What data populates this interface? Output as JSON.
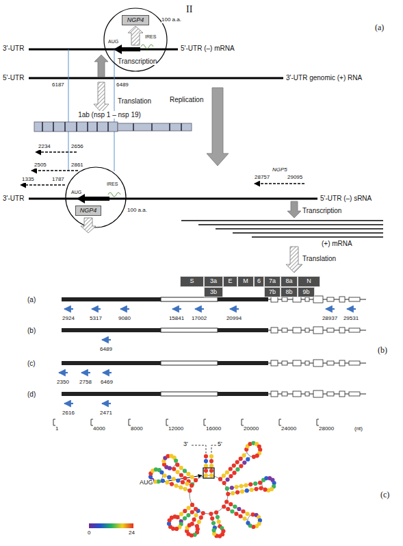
{
  "diagram": {
    "nodes": [
      {
        "text": [
          "NGP4"
        ]
      },
      {
        "text": [
          "1ab (nsp 1 – nsp 19)"
        ]
      },
      {
        "text": [
          "NGP4"
        ]
      },
      {
        "text": [
          "S"
        ]
      },
      {
        "text": [
          "3a"
        ]
      },
      {
        "text": [
          "3b"
        ]
      },
      {
        "text": [
          "E"
        ]
      },
      {
        "text": [
          "M"
        ]
      },
      {
        "text": [
          "6"
        ]
      },
      {
        "text": [
          "7a"
        ]
      },
      {
        "text": [
          "7b"
        ]
      },
      {
        "text": [
          "8a"
        ]
      },
      {
        "text": [
          "8b"
        ]
      },
      {
        "text": [
          "N"
        ]
      },
      {
        "text": [
          "9b"
        ]
      }
    ],
    "labels": [
      "II",
      "(a)",
      "100 a.a.",
      "IRES",
      "AUG",
      "3'-UTR",
      "5'-UTR (–) mRNA",
      "Transcription",
      "5'-UTR",
      "3'-UTR genomic (+) RNA",
      "6187",
      "6489",
      "Translation",
      "Replication",
      "2234",
      "2656",
      "2505",
      "2861",
      "1335",
      "1787",
      "IRES",
      "AUG",
      "3'-UTR",
      "5'-UTR (–) sRNA",
      "NGP5",
      "28757",
      "29095",
      "100 a.a.",
      "Transcription",
      "(+) mRNA",
      "Translation",
      "(a)",
      "2924",
      "5317",
      "9080",
      "15841",
      "17002",
      "20994",
      "28937",
      "29531",
      "(b)",
      "6489",
      "(c)",
      "2350",
      "2758",
      "6469",
      "(d)",
      "2616",
      "2471",
      "(b)",
      "1",
      "4000",
      "8000",
      "12000",
      "16000",
      "20000",
      "24000",
      "28000",
      "(nt)",
      "3'",
      "5'",
      "AUG",
      "(c)",
      "0",
      "24"
    ]
  }
}
